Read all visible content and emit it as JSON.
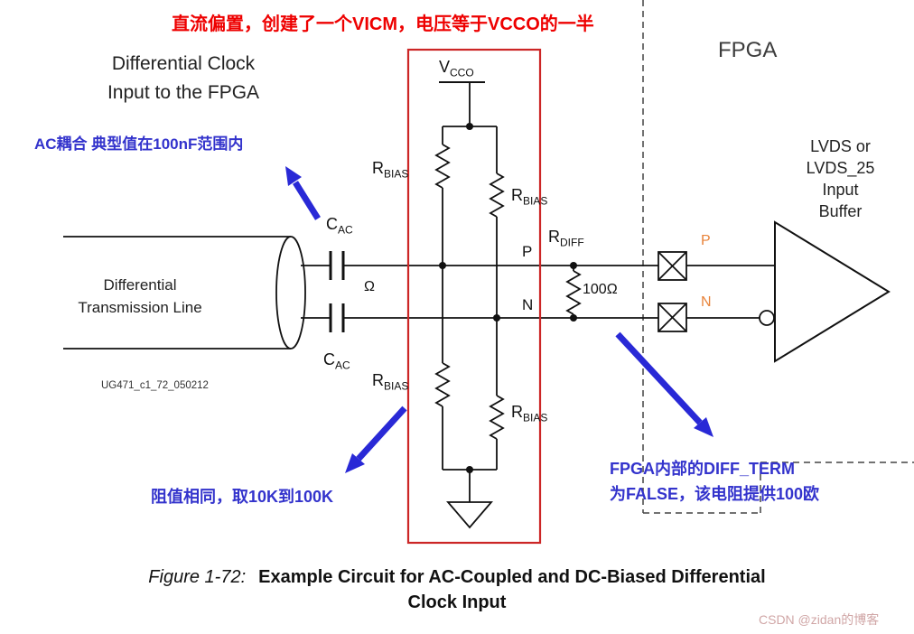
{
  "colors": {
    "annotation_red": "#ee0000",
    "annotation_blue": "#3333cc",
    "arrow_blue": "#2929d6",
    "highlight_box_red": "#cc2626",
    "pad_label_orange": "#e8833a",
    "wire_black": "#111111"
  },
  "annotations": {
    "dc_bias_note": "直流偏置，创建了一个VICM，电压等于VCCO的一半",
    "ac_coupling_note": "AC耦合 典型值在100nF范围内",
    "resistor_value_note": "阻值相同，取10K到100K",
    "diff_term_note_line1": "FPGA内部的DIFF_TERM",
    "diff_term_note_line2": "为FALSE，该电阻提供100欧"
  },
  "labels": {
    "diff_clock_title_line1": "Differential Clock",
    "diff_clock_title_line2": "Input to the FPGA",
    "fpga": "FPGA",
    "lvds_buffer_line1": "LVDS or",
    "lvds_buffer_line2": "LVDS_25",
    "lvds_buffer_line3": "Input",
    "lvds_buffer_line4": "Buffer",
    "transmission_line_line1": "Differential",
    "transmission_line_line2": "Transmission Line",
    "vcco": {
      "main": "V",
      "sub": "CCO"
    },
    "cac": {
      "main": "C",
      "sub": "AC"
    },
    "rbias": {
      "main": "R",
      "sub": "BIAS"
    },
    "rdiff": {
      "main": "R",
      "sub": "DIFF"
    },
    "impedance_omega": "Ω",
    "termination_value": "100Ω",
    "p_node": "P",
    "n_node": "N",
    "p_pad": "P",
    "n_pad": "N",
    "doc_ref": "UG471_c1_72_050212"
  },
  "caption": {
    "figure_number": "Figure 1-72:",
    "title_line1": "Example Circuit for AC-Coupled and DC-Biased Differential",
    "title_line2": "Clock Input"
  },
  "watermark": "CSDN @zidan的博客"
}
